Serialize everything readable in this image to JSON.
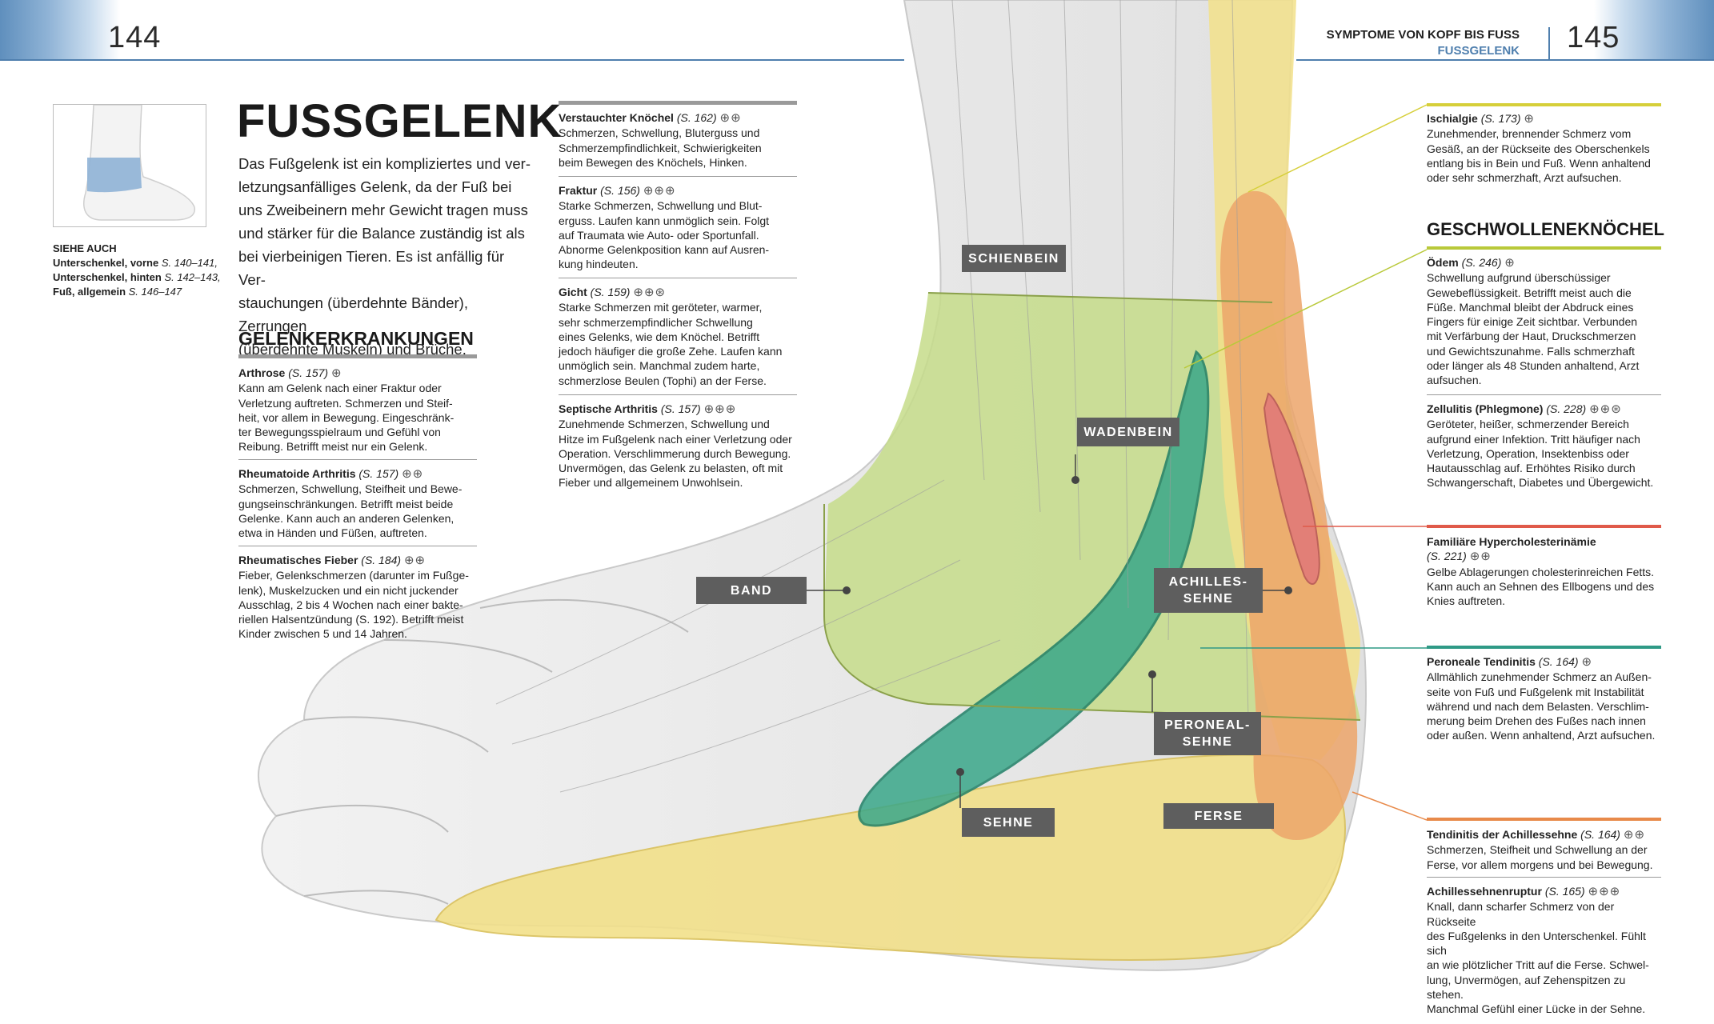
{
  "header": {
    "page_left": "144",
    "page_right": "145",
    "running_title": "SYMPTOME VON KOPF BIS FUSS",
    "running_subtitle": "FUSSGELENK"
  },
  "sidebar": {
    "see_also_title": "SIEHE AUCH",
    "links": [
      {
        "label": "Unterschenkel, vorne",
        "ref": "S. 140–141,"
      },
      {
        "label": "Unterschenkel, hinten",
        "ref": "S. 142–143,"
      },
      {
        "label": "Fuß, allgemein",
        "ref": "S. 146–147"
      }
    ]
  },
  "main": {
    "title": "FUSSGELENK",
    "intro_lines": [
      "Das Fußgelenk ist ein kompliziertes und ver-",
      "letzungsanfälliges Gelenk, da der Fuß bei",
      "uns Zweibeinern mehr Gewicht tragen muss",
      "und stärker für die Balance zuständig ist als",
      "bei vierbeinigen Tieren. Es ist anfällig für Ver-",
      "stauchungen (überdehnte Bänder), Zerrungen",
      "(überdehnte Muskeln) und Brüche."
    ]
  },
  "gelenk": {
    "heading": "GELENKERKRANKUNGEN",
    "entries": [
      {
        "name": "Arthrose",
        "ref": "(S. 157)",
        "sym": "⊕",
        "lines": [
          "Kann am Gelenk nach einer Fraktur oder",
          "Verletzung auftreten. Schmerzen und Steif-",
          "heit, vor allem in Bewegung. Eingeschränk-",
          "ter Bewegungsspielraum und Gefühl von",
          "Reibung. Betrifft meist nur ein Gelenk."
        ]
      },
      {
        "name": "Rheumatoide Arthritis",
        "ref": "(S. 157)",
        "sym": "⊕⊕",
        "lines": [
          "Schmerzen, Schwellung, Steifheit und Bewe-",
          "gungseinschränkungen. Betrifft meist beide",
          "Gelenke. Kann auch an anderen Gelenken,",
          "etwa in Händen und Füßen, auftreten."
        ]
      },
      {
        "name": "Rheumatisches Fieber",
        "ref": "(S. 184)",
        "sym": "⊕⊕",
        "lines": [
          "Fieber, Gelenkschmerzen (darunter im Fußge-",
          "lenk), Muskelzucken und ein nicht juckender",
          "Ausschlag, 2 bis 4 Wochen nach einer bakte-",
          "riellen Halsentzündung (S. 192). Betrifft meist",
          "Kinder zwischen 5 und 14 Jahren."
        ]
      }
    ]
  },
  "middle": {
    "entries": [
      {
        "name": "Verstauchter Knöchel",
        "ref": "(S. 162)",
        "sym": "⊕⊕",
        "lines": [
          "Schmerzen, Schwellung, Bluterguss und",
          "Schmerzempfindlichkeit, Schwierigkeiten",
          "beim Bewegen des Knöchels, Hinken."
        ]
      },
      {
        "name": "Fraktur",
        "ref": "(S. 156)",
        "sym": "⊕⊕⊕",
        "lines": [
          "Starke Schmerzen, Schwellung und Blut-",
          "erguss. Laufen kann unmöglich sein. Folgt",
          "auf Traumata wie Auto- oder Sportunfall.",
          "Abnorme Gelenkposition kann auf Ausren-",
          "kung hindeuten."
        ]
      },
      {
        "name": "Gicht",
        "ref": "(S. 159)",
        "sym": "⊕⊕⊛",
        "lines": [
          "Starke Schmerzen mit geröteter, warmer,",
          "sehr schmerzempfindlicher Schwellung",
          "eines Gelenks, wie dem Knöchel. Betrifft",
          "jedoch häufiger die große Zehe. Laufen kann",
          "unmöglich sein. Manchmal zudem harte,",
          "schmerzlose Beulen (Tophi) an der Ferse."
        ]
      },
      {
        "name": "Septische Arthritis",
        "ref": "(S. 157)",
        "sym": "⊕⊕⊕",
        "lines": [
          "Zunehmende Schmerzen, Schwellung und",
          "Hitze im Fußgelenk nach einer Verletzung oder",
          "Operation. Verschlimmerung durch Bewegung.",
          "Unvermögen, das Gelenk zu belasten, oft mit",
          "Fieber und allgemeinem Unwohlsein."
        ]
      }
    ]
  },
  "labels": {
    "schienbein": "SCHIENBEIN",
    "wadenbein": "WADENBEIN",
    "band": "BAND",
    "achilles_1": "ACHILLES-",
    "achilles_2": "SEHNE",
    "peroneal_1": "PERONEAL-",
    "peroneal_2": "SEHNE",
    "sehne": "SEHNE",
    "ferse": "FERSE"
  },
  "right": {
    "ischialgie": {
      "name": "Ischialgie",
      "ref": "(S. 173)",
      "sym": "⊕",
      "lines": [
        "Zunehmender, brennender Schmerz vom",
        "Gesäß, an der Rückseite des Oberschenkels",
        "entlang bis in Bein und Fuß. Wenn anhaltend",
        "oder sehr schmerzhaft, Arzt aufsuchen."
      ]
    },
    "swollen_heading": "GESCHWOLLENEKNÖCHEL",
    "oedem": {
      "name": "Ödem",
      "ref": "(S. 246)",
      "sym": "⊕",
      "lines": [
        "Schwellung aufgrund überschüssiger",
        "Gewebeflüssigkeit. Betrifft meist auch die",
        "Füße. Manchmal bleibt der Abdruck eines",
        "Fingers für einige Zeit sichtbar. Verbunden",
        "mit Verfärbung der Haut, Druckschmerzen",
        "und Gewichtszunahme. Falls schmerzhaft",
        "oder länger als 48 Stunden anhaltend, Arzt",
        "aufsuchen."
      ]
    },
    "zellulitis": {
      "name": "Zellulitis (Phlegmone)",
      "ref": "(S. 228)",
      "sym": "⊕⊕⊛",
      "lines": [
        "Geröteter, heißer, schmerzender Bereich",
        "aufgrund einer Infektion. Tritt häufiger nach",
        "Verletzung, Operation, Insektenbiss oder",
        "Hautausschlag auf. Erhöhtes Risiko durch",
        "Schwangerschaft, Diabetes und Übergewicht."
      ]
    },
    "hyperchol": {
      "name": "Familiäre Hypercholesterinämie",
      "ref": "(S. 221)",
      "sym": "⊕⊕",
      "lines": [
        "Gelbe Ablagerungen cholesterinreichen Fetts.",
        "Kann auch an Sehnen des Ellbogens und des",
        "Knies auftreten."
      ]
    },
    "peroneale": {
      "name": "Peroneale Tendinitis",
      "ref": "(S. 164)",
      "sym": "⊕",
      "lines": [
        "Allmählich zunehmender Schmerz an Außen-",
        "seite von Fuß und Fußgelenk mit Instabilität",
        "während und nach dem Belasten. Verschlim-",
        "merung beim Drehen des Fußes nach innen",
        "oder außen. Wenn anhaltend, Arzt aufsuchen."
      ]
    },
    "tendinitis": {
      "name": "Tendinitis der Achillessehne",
      "ref": "(S. 164)",
      "sym": "⊕⊕",
      "lines": [
        "Schmerzen, Steifheit und Schwellung an der",
        "Ferse, vor allem morgens und bei Bewegung."
      ]
    },
    "ruptur": {
      "name": "Achillessehnenruptur",
      "ref": "(S. 165)",
      "sym": "⊕⊕⊕",
      "lines": [
        "Knall, dann scharfer Schmerz von der Rückseite",
        "des Fußgelenks in den Unterschenkel. Fühlt sich",
        "an wie plötzlicher Tritt auf die Ferse. Schwel-",
        "lung, Unvermögen, auf Zehenspitzen zu stehen.",
        "Manchmal Gefühl einer Lücke in der Sehne."
      ]
    }
  },
  "colors": {
    "accent_blue": "#4f7fae",
    "ischialgie_bar": "#d6cf3a",
    "swollen_bar": "#b9c93a",
    "hyperchol_bar": "#e05a4a",
    "peroneal_bar": "#2f9a86",
    "achilles_bar": "#e88a4a",
    "tendon_green": "#3aa78a",
    "zone_green": "#c6dc8a",
    "zone_yellow": "#f4e08a",
    "zone_orange": "#eca56a",
    "zone_red": "#e27a78"
  }
}
